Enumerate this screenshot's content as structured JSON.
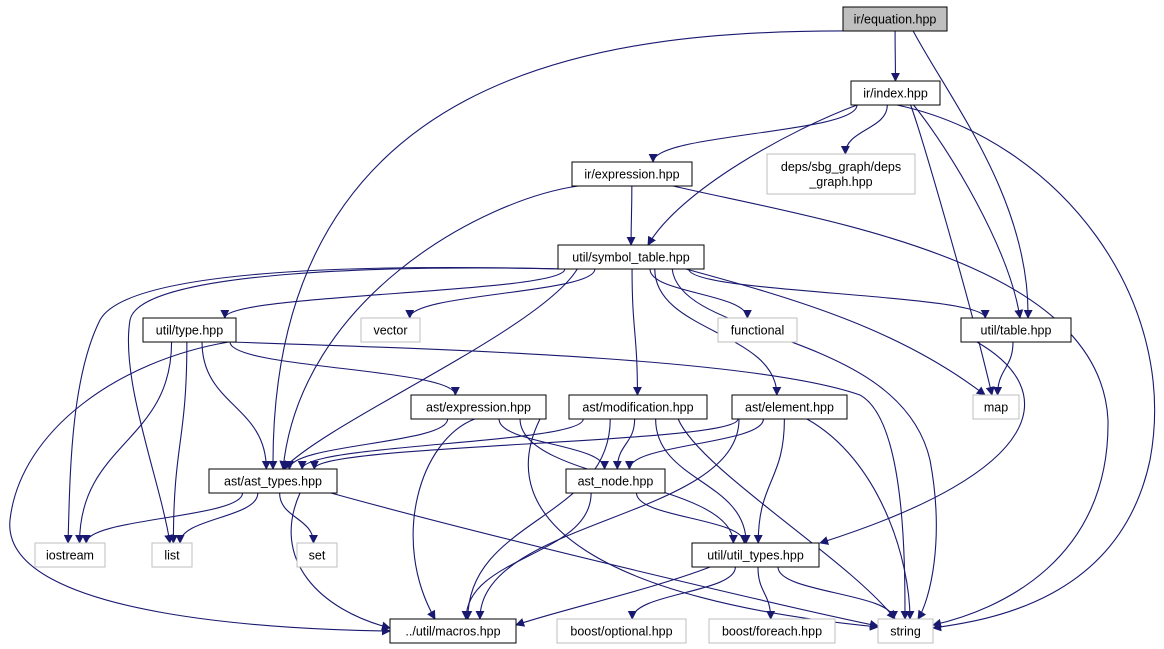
{
  "colors": {
    "edge": "#191970",
    "root_fill": "#bfbfbf",
    "node_border": "#000000",
    "external_border": "#bfbfbf",
    "text": "#000000"
  },
  "nodes": [
    {
      "id": "equation",
      "label": "ir/equation.hpp",
      "kind": "root"
    },
    {
      "id": "index",
      "label": "ir/index.hpp",
      "kind": "file"
    },
    {
      "id": "deps_graph",
      "label": "deps/sbg_graph/deps\n_graph.hpp",
      "kind": "external"
    },
    {
      "id": "expression_ir",
      "label": "ir/expression.hpp",
      "kind": "file"
    },
    {
      "id": "symbol_table",
      "label": "util/symbol_table.hpp",
      "kind": "file"
    },
    {
      "id": "type",
      "label": "util/type.hpp",
      "kind": "file"
    },
    {
      "id": "vector",
      "label": "vector",
      "kind": "external"
    },
    {
      "id": "functional",
      "label": "functional",
      "kind": "external"
    },
    {
      "id": "table",
      "label": "util/table.hpp",
      "kind": "file"
    },
    {
      "id": "ast_expression",
      "label": "ast/expression.hpp",
      "kind": "file"
    },
    {
      "id": "ast_modification",
      "label": "ast/modification.hpp",
      "kind": "file"
    },
    {
      "id": "ast_element",
      "label": "ast/element.hpp",
      "kind": "file"
    },
    {
      "id": "map",
      "label": "map",
      "kind": "external"
    },
    {
      "id": "ast_types",
      "label": "ast/ast_types.hpp",
      "kind": "file"
    },
    {
      "id": "ast_node",
      "label": "ast_node.hpp",
      "kind": "file"
    },
    {
      "id": "iostream",
      "label": "iostream",
      "kind": "external"
    },
    {
      "id": "list",
      "label": "list",
      "kind": "external"
    },
    {
      "id": "set",
      "label": "set",
      "kind": "external"
    },
    {
      "id": "util_types",
      "label": "util/util_types.hpp",
      "kind": "file"
    },
    {
      "id": "macros",
      "label": "../util/macros.hpp",
      "kind": "file"
    },
    {
      "id": "boost_optional",
      "label": "boost/optional.hpp",
      "kind": "external"
    },
    {
      "id": "boost_foreach",
      "label": "boost/foreach.hpp",
      "kind": "external"
    },
    {
      "id": "string",
      "label": "string",
      "kind": "external"
    }
  ],
  "edges": [
    {
      "from": "equation",
      "to": "index"
    },
    {
      "from": "equation",
      "to": "ast_types"
    },
    {
      "from": "equation",
      "to": "table"
    },
    {
      "from": "index",
      "to": "expression_ir"
    },
    {
      "from": "index",
      "to": "deps_graph"
    },
    {
      "from": "index",
      "to": "symbol_table"
    },
    {
      "from": "index",
      "to": "table"
    },
    {
      "from": "index",
      "to": "map"
    },
    {
      "from": "index",
      "to": "string"
    },
    {
      "from": "expression_ir",
      "to": "symbol_table"
    },
    {
      "from": "expression_ir",
      "to": "ast_types"
    },
    {
      "from": "expression_ir",
      "to": "string"
    },
    {
      "from": "symbol_table",
      "to": "type"
    },
    {
      "from": "symbol_table",
      "to": "vector"
    },
    {
      "from": "symbol_table",
      "to": "functional"
    },
    {
      "from": "symbol_table",
      "to": "table"
    },
    {
      "from": "symbol_table",
      "to": "map"
    },
    {
      "from": "symbol_table",
      "to": "ast_types"
    },
    {
      "from": "symbol_table",
      "to": "ast_modification"
    },
    {
      "from": "symbol_table",
      "to": "ast_element"
    },
    {
      "from": "symbol_table",
      "to": "iostream"
    },
    {
      "from": "symbol_table",
      "to": "list"
    },
    {
      "from": "symbol_table",
      "to": "string"
    },
    {
      "from": "type",
      "to": "ast_expression"
    },
    {
      "from": "type",
      "to": "ast_types"
    },
    {
      "from": "type",
      "to": "iostream"
    },
    {
      "from": "type",
      "to": "list"
    },
    {
      "from": "type",
      "to": "macros"
    },
    {
      "from": "type",
      "to": "string"
    },
    {
      "from": "table",
      "to": "map"
    },
    {
      "from": "table",
      "to": "util_types"
    },
    {
      "from": "ast_expression",
      "to": "ast_types"
    },
    {
      "from": "ast_expression",
      "to": "ast_node"
    },
    {
      "from": "ast_expression",
      "to": "util_types"
    },
    {
      "from": "ast_expression",
      "to": "macros"
    },
    {
      "from": "ast_expression",
      "to": "string"
    },
    {
      "from": "ast_modification",
      "to": "ast_types"
    },
    {
      "from": "ast_modification",
      "to": "ast_node"
    },
    {
      "from": "ast_modification",
      "to": "util_types"
    },
    {
      "from": "ast_modification",
      "to": "macros"
    },
    {
      "from": "ast_modification",
      "to": "string"
    },
    {
      "from": "ast_element",
      "to": "ast_types"
    },
    {
      "from": "ast_element",
      "to": "ast_node"
    },
    {
      "from": "ast_element",
      "to": "util_types"
    },
    {
      "from": "ast_element",
      "to": "macros"
    },
    {
      "from": "ast_element",
      "to": "string"
    },
    {
      "from": "ast_types",
      "to": "iostream"
    },
    {
      "from": "ast_types",
      "to": "list"
    },
    {
      "from": "ast_types",
      "to": "set"
    },
    {
      "from": "ast_types",
      "to": "macros"
    },
    {
      "from": "ast_types",
      "to": "string"
    },
    {
      "from": "ast_node",
      "to": "util_types"
    },
    {
      "from": "ast_node",
      "to": "macros"
    },
    {
      "from": "util_types",
      "to": "macros"
    },
    {
      "from": "util_types",
      "to": "boost_optional"
    },
    {
      "from": "util_types",
      "to": "boost_foreach"
    },
    {
      "from": "util_types",
      "to": "string"
    }
  ]
}
